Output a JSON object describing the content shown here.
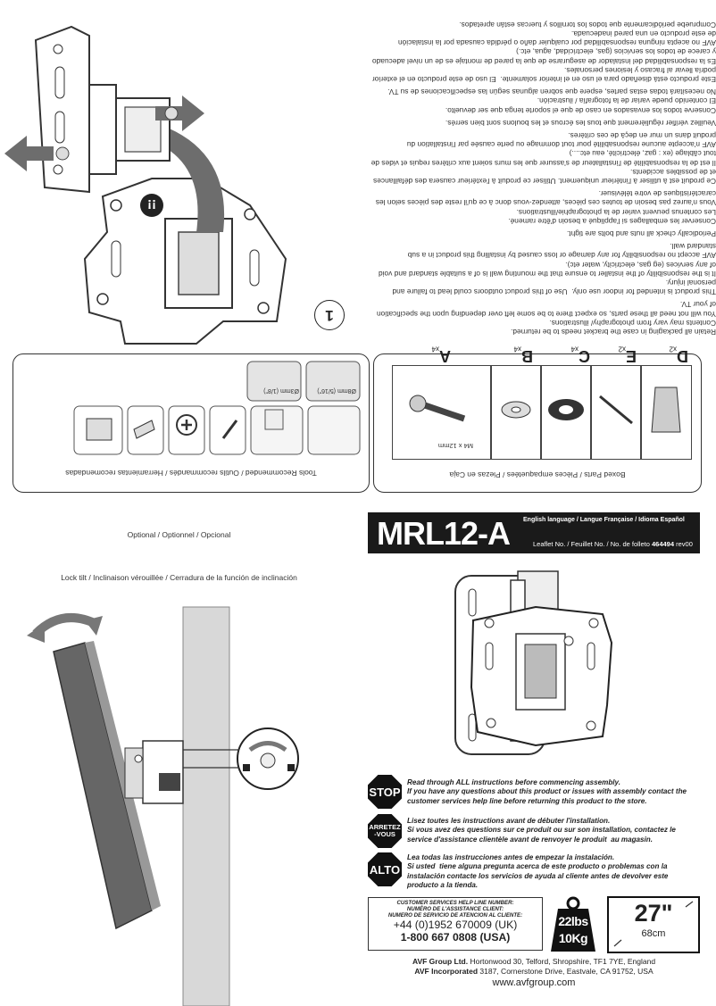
{
  "upside_text": {
    "paragraphs": [
      "Retain all packaging in case the bracket needs to be returned.\nContents may vary from photography/ illustrations.\nYou will not need all these parts, so expect there to be some left over depending upon the specification\nof your TV.",
      "This product is intended for indoor use only.  Use of this product outdoors could lead to failure and\npersonal injury.\nIt is the responsibility of the installer to ensure that the mounting wall is of a suitable standard and void\nof any services (eg gas, electricity, water etc).\nAVF accept no responsibility for any damage or loss caused by installing this product in a sub\nstandard wall.",
      "Periodically check all nuts and bolts are tight.",
      "Conserver les emballages si l'appliqué a besoin d'être ramené.\nLes contenus peuvent varier de la photographie/illustrations.\nVous n'aurez pas besoin de toutes ces pièces, attendez-vous donc à ce qu'il reste des pièces selon les\ncaractéristiques de votre télévisuer.",
      "Ce produit est à utiliser à l'intérieur uniquement. Utiliser ce produit à l'extérieur causera des défaillances\net de possibles accidents.\nIl est de la responsabilité de l'installateur de s'assurer que les murs soient aux critères requis et vides de\ntout câblage (ex : gaz, électricité, eau etc....)\nAVF n'accepte aucune responsabilité pour tout dommage ou perte causée par l'installation du\nproduit dans un mur en deçà de ces critères.",
      "Veuillez vérifier régulièrement que tous les écrous et les boulons sont bien serrés.",
      "Conserve todos los envasados en caso de que el soporte tenga que ser devuelto.\nEl contenido puede variar de la fotografía / ilustración.\nNo necesitará todas estas partes, espere que sobren algunas según las especificaciones de su TV.",
      "Este producto está diseñado para el uso en el interior solamente.  El uso de este producto en el exterior\npodría llevar al fracaso y lesiones personales.\nEs la responsabilidad del instalador de asegurarse de que la pared de montaje es de un nivel adecuado\ny carece de todos los servicios (gas, electricidad, agua, etc.)\nAVF no acepta ninguna responsabilidad por cualquier daño o pérdida causada por la instalación\nde este producto en una pared inadecuada.\nCompruebe periódicamente que todos los tornillos y tuercas están apretados."
    ],
    "step_number": "1"
  },
  "tools": {
    "title": "Tools Recommended / Outils recommandés / Herramientas recomendadas",
    "drill_bits": [
      "Ø3mm (1/8\")",
      "Ø8mm (5/16\")"
    ]
  },
  "parts": {
    "title": "Boxed Parts / Pièces empaquetées / Piezas en Caja",
    "screw_spec": "M4 x 12mm",
    "items": [
      {
        "letter": "A",
        "qty": "x4"
      },
      {
        "letter": "B",
        "qty": "x4"
      },
      {
        "letter": "C",
        "qty": "x4"
      },
      {
        "letter": "E",
        "qty": "x2"
      },
      {
        "letter": "D",
        "qty": "x2"
      }
    ]
  },
  "optional": {
    "label": "Optional / Optionnel / Opcional",
    "lock_tilt": "Lock tilt / Inclinaison vérouillée / Cerradura de la función de inclinación"
  },
  "header": {
    "model": "MRL12-A",
    "languages": "English language / Langue Française / Idioma Español",
    "leaflet_prefix": "Leaflet No. / Feuillet No. / No. de folleto ",
    "leaflet_no": "464494",
    "leaflet_rev": " rev00"
  },
  "warnings": [
    {
      "sign": "STOP",
      "text": "Read through ALL instructions before commencing assembly.\nIf you have any questions about this product or issues with assembly contact the\ncustomer services help line before returning this product to the store."
    },
    {
      "sign": "ARRETEZ\n-VOUS",
      "text": "Lisez toutes les instructions avant de débuter l'installation.\nSi vous avez des questions sur ce produit ou sur son installation, contactez le\nservice d'assistance clientèle avant de renvoyer le produit  au magasin."
    },
    {
      "sign": "ALTO",
      "text": "Lea todas las instrucciones antes de empezar la instalación.\nSi usted  tiene alguna pregunta acerca de este producto o problemas con la\ninstalación contacte los servicios de ayuda al cliente antes de devolver este\nproducto a la tienda."
    }
  ],
  "helpline": {
    "title1": "CUSTOMER SERVICES HELP LINE NUMBER:",
    "title2": "NUMÉRO DE L'ASSISTANCE CLIENT:",
    "title3": "NUMERO DE SERVICIO DE ATENCION AL CLIENTE:",
    "uk": "+44 (0)1952 670009 (UK)",
    "usa": "1-800 667 0808 (USA)"
  },
  "weight": {
    "lbs": "22lbs",
    "kg": "10Kg"
  },
  "screen": {
    "inches": "27\"",
    "cm": "68cm"
  },
  "footer": {
    "ltd_name": "AVF Group Ltd.",
    "ltd_addr": " Hortonwood 30, Telford, Shropshire, TF1 7YE, England",
    "inc_name": "AVF Incorporated",
    "inc_addr": " 3187, Cornerstone Drive, Eastvale, CA 91752, USA",
    "url": "www.avfgroup.com"
  },
  "colors": {
    "dark": "#1a1a1a",
    "stop_red": "#cc0000",
    "arrow_gray": "#6d6d6d"
  }
}
